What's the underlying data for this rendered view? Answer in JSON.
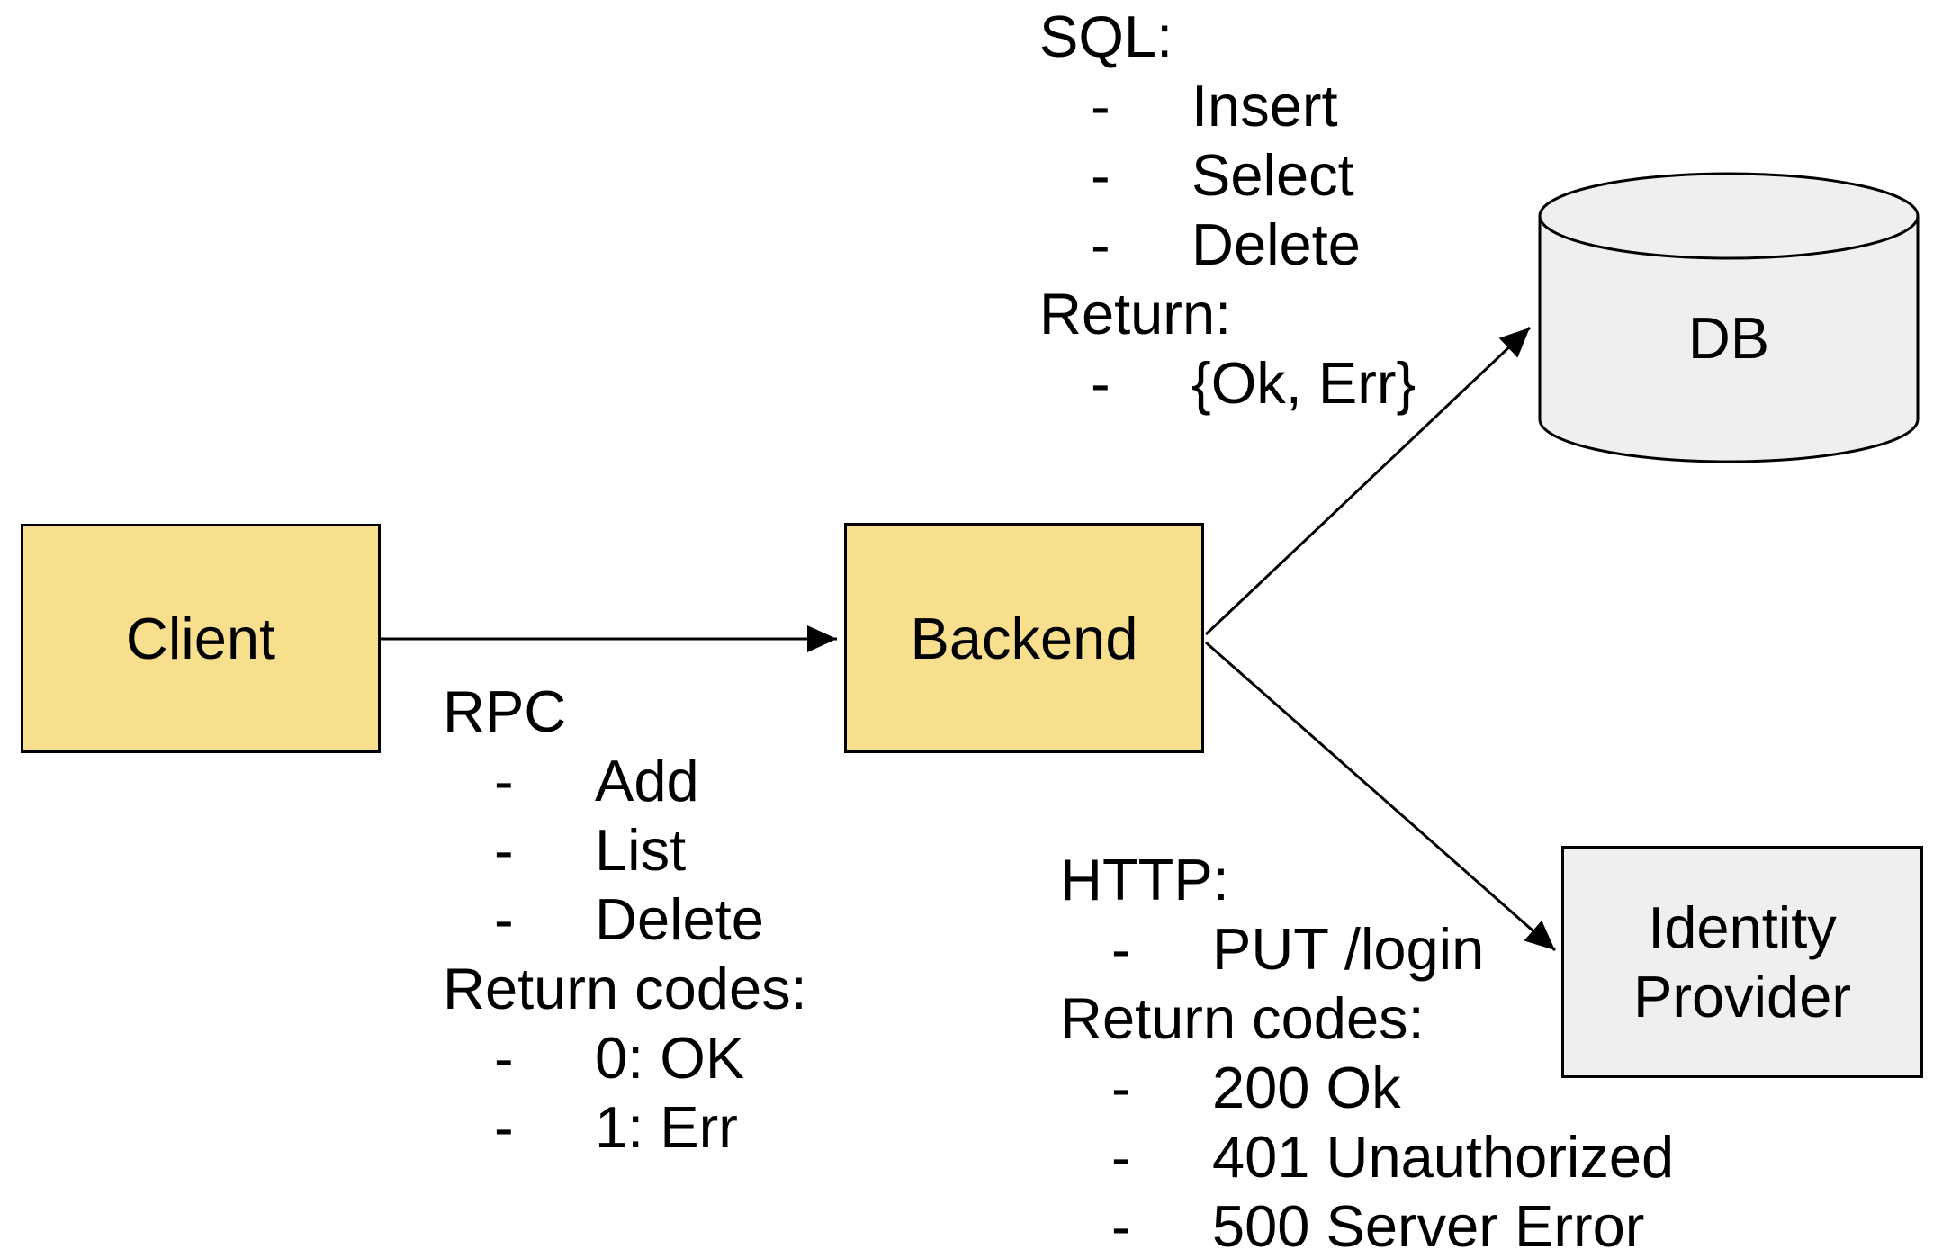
{
  "colors": {
    "node_fill": "#F7DF8E",
    "store_fill": "#EFEFEF",
    "stroke": "#000000",
    "background": "#FFFFFF",
    "text": "#000000"
  },
  "bullet_char": "-",
  "nodes": {
    "client": {
      "label": "Client"
    },
    "backend": {
      "label": "Backend"
    },
    "db": {
      "label": "DB"
    },
    "identity_provider": {
      "label": "Identity Provider"
    }
  },
  "notes": {
    "sql": {
      "lines": [
        "SQL:",
        "Insert",
        "Select",
        "Delete",
        "Return:",
        "{Ok, Err}"
      ]
    },
    "rpc": {
      "lines": [
        "RPC",
        "Add",
        "List",
        "Delete",
        "Return codes:",
        "0: OK",
        "1: Err"
      ]
    },
    "http": {
      "lines": [
        "HTTP:",
        "PUT /login",
        "Return codes:",
        "200 Ok",
        "401 Unauthorized",
        "500 Server Error"
      ]
    }
  }
}
